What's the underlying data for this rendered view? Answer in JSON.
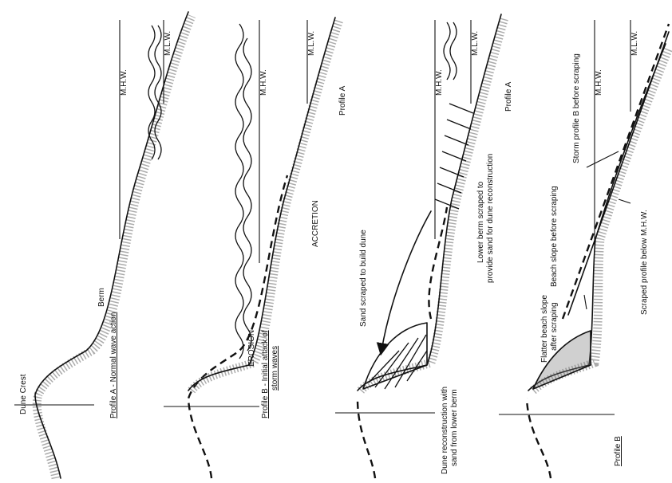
{
  "panel_a": {
    "dune_crest": "Dune Crest",
    "berm": "Berm",
    "profile_label": "Profile A - Normal wave action",
    "mhw": "M.H.W.",
    "mlw": "M.L.W."
  },
  "panel_b": {
    "erosion": "EROSION",
    "profile_label": "Profile B - Initial attack of",
    "profile_label_2": "storm waves",
    "accretion": "ACCRETION",
    "profile_a": "Profile A",
    "mhw": "M.H.W.",
    "mlw": "M.L.W."
  },
  "panel_c": {
    "sand_scraped": "Sand scraped to build dune",
    "dune_recon": "Dune reconstruction with",
    "dune_recon_2": "sand from lower berm",
    "lower_berm": "Lower berm scraped to",
    "lower_berm_2": "provide sand for dune reconstruction",
    "profile_a": "Profile A",
    "mhw": "M.H.W.",
    "mlw": "M.L.W."
  },
  "panel_d": {
    "profile_b": "Profile B",
    "flatter": "Flatter beach slope",
    "flatter_2": "after scraping",
    "beach_slope": "Beach slope before scraping",
    "scraped_profile": "Scraped profile below M.H.W.",
    "storm_profile": "Storm profile B before scraping",
    "mhw": "M.H.W.",
    "mlw": "M.L.W."
  }
}
